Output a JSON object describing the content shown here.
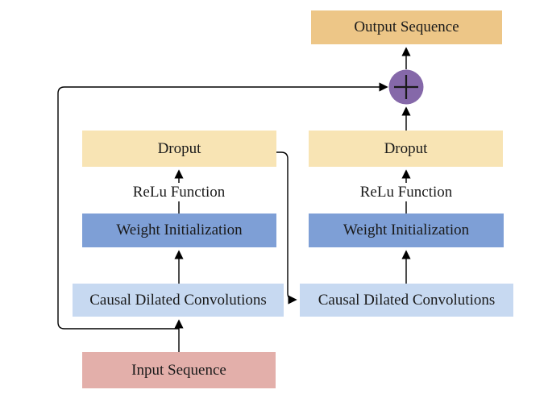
{
  "nodes": {
    "output_sequence": "Output Sequence",
    "input_sequence": "Input Sequence",
    "sum_symbol": "+",
    "left_branch": {
      "dropout": "Droput",
      "relu": "ReLu Function",
      "weight_init": "Weight Initialization",
      "conv": "Causal Dilated Convolutions"
    },
    "right_branch": {
      "dropout": "Droput",
      "relu": "ReLu Function",
      "weight_init": "Weight Initialization",
      "conv": "Causal Dilated Convolutions"
    }
  },
  "colors": {
    "output_box": "#edc687",
    "dropout_box": "#f8e4b4",
    "weight_init_box": "#7e9fd6",
    "conv_box": "#c7d9f1",
    "input_box": "#e3afaa",
    "sum_circle": "#8568a9",
    "connector": "#000000",
    "background": "#ffffff"
  }
}
